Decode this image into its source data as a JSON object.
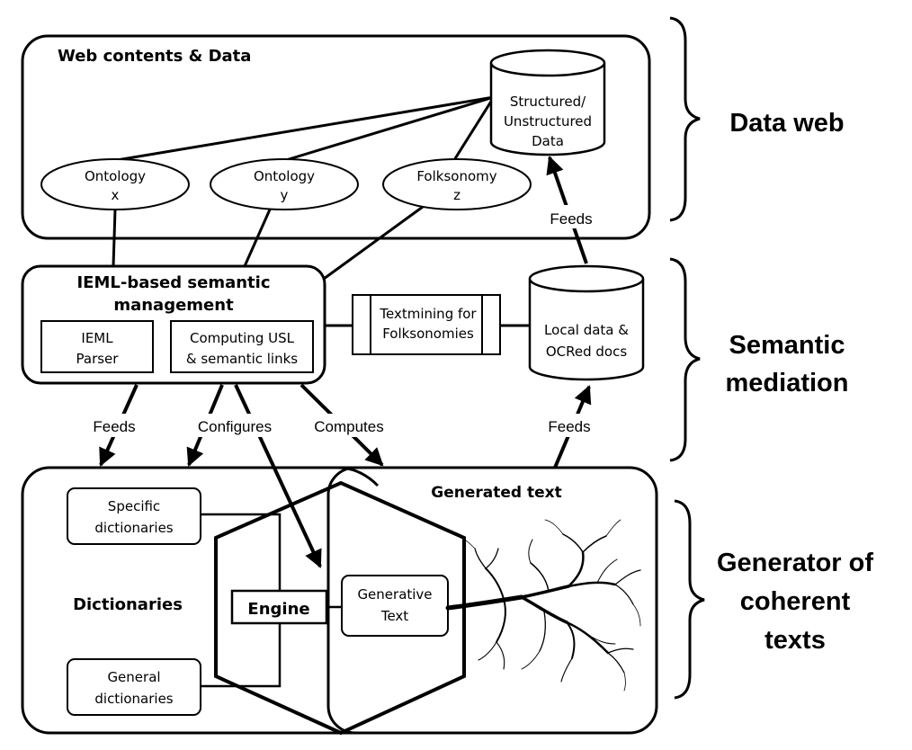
{
  "sections": {
    "data_web": "Data web",
    "semantic_mediation": [
      "Semantic",
      "mediation"
    ],
    "generator": [
      "Generator of",
      "coherent",
      "texts"
    ]
  },
  "web_box": {
    "title": "Web contents & Data",
    "database": [
      "Structured/",
      "Unstructured",
      "Data"
    ],
    "nodes": [
      {
        "line1": "Ontology",
        "line2": "x"
      },
      {
        "line1": "Ontology",
        "line2": "y"
      },
      {
        "line1": "Folksonomy",
        "line2": "z"
      }
    ]
  },
  "ieml_box": {
    "title": [
      "IEML-based semantic",
      "management"
    ],
    "parser": [
      "IEML",
      "Parser"
    ],
    "computing": [
      "Computing USL",
      "& semantic links"
    ]
  },
  "textmining": [
    "Textmining for",
    "Folksonomies"
  ],
  "local_db": [
    "Local data &",
    "OCRed docs"
  ],
  "arrows": {
    "feeds_top": "Feeds",
    "feeds_left": "Feeds",
    "configures": "Configures",
    "computes": "Computes",
    "feeds_right": "Feeds"
  },
  "dictionaries": {
    "title": "Dictionaries",
    "specific": [
      "Specific",
      "dictionaries"
    ],
    "general": [
      "General",
      "dictionaries"
    ]
  },
  "generated_text": {
    "title": "Generated text",
    "engine": "Engine",
    "generative": [
      "Generative",
      "Text"
    ]
  }
}
